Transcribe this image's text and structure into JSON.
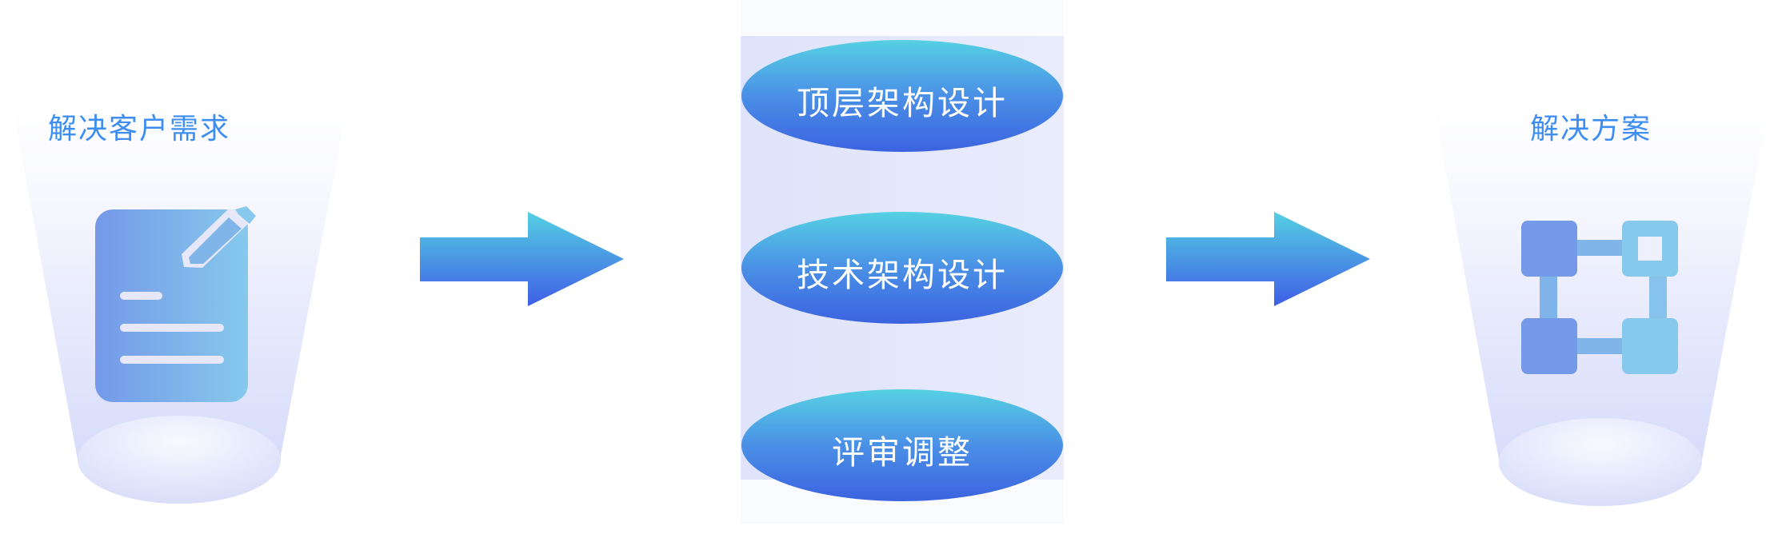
{
  "left_panel": {
    "title": "解决客户需求",
    "icon": "document-edit-icon"
  },
  "center_panel": {
    "steps": [
      {
        "label": "顶层架构设计"
      },
      {
        "label": "技术架构设计"
      },
      {
        "label": "评审调整"
      }
    ]
  },
  "right_panel": {
    "title": "解决方案",
    "icon": "nodes-diagram-icon"
  },
  "colors": {
    "accent": "#3d8ef0",
    "ellipse_top": "#56d0e3",
    "ellipse_bottom": "#3b63e0",
    "cone": "#dde1fb"
  }
}
